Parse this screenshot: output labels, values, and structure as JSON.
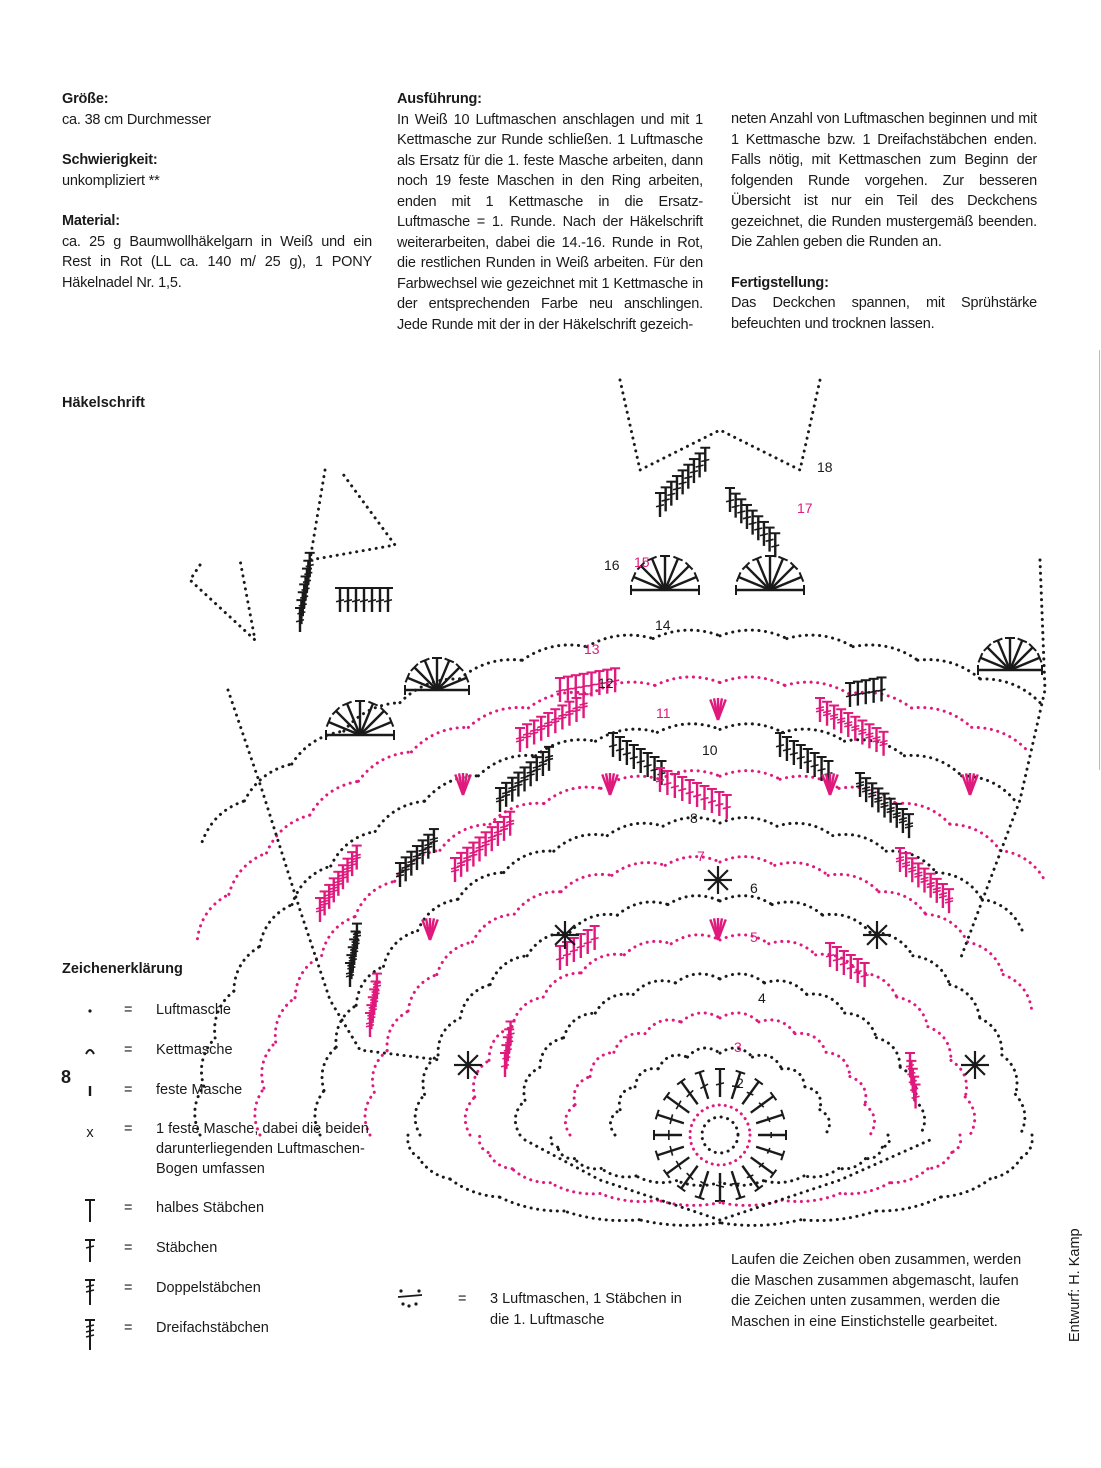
{
  "info": {
    "size_label": "Größe:",
    "size_value": "ca. 38 cm Durchmesser",
    "difficulty_label": "Schwierigkeit:",
    "difficulty_value": "unkompliziert **",
    "material_label": "Material:",
    "material_value": "ca. 25 g Baumwollhäkelgarn in Weiß und ein Rest in Rot (LL ca. 140 m/ 25 g), 1 PONY Häkelnadel Nr. 1,5."
  },
  "instructions": {
    "heading": "Ausführung:",
    "col1": "In Weiß 10 Luftmaschen anschlagen und mit 1 Kettmasche zur Runde schließen. 1 Luftmasche als Ersatz für die 1. feste Masche arbeiten, dann noch 19 feste Maschen in den Ring arbeiten, enden mit 1 Kettmasche in die Ersatz-Luftmasche = 1. Runde. Nach der Häkelschrift weiterarbeiten, dabei die 14.-16. Runde in Rot, die restlichen Runden in Weiß arbeiten. Für den Farbwechsel wie gezeichnet mit 1 Kettmasche in der entsprechenden Farbe neu anschlingen. Jede Runde mit der in der Häkelschrift gezeich-",
    "col2": "neten Anzahl von Luftmaschen beginnen und mit 1 Kettmasche bzw. 1 Dreifachstäbchen enden. Falls nötig, mit Kettmaschen zum Beginn der folgenden Runde vorgehen. Zur besseren Übersicht ist nur ein Teil des Deckchens gezeichnet, die Runden mustergemäß beenden. Die Zahlen geben die Runden an.",
    "finishing_label": "Fertigstellung:",
    "finishing_value": "Das Deckchen spannen, mit Sprühstärke befeuchten und trocknen lassen."
  },
  "chart": {
    "title": "Häkelschrift",
    "round_labels": [
      "2",
      "3",
      "4",
      "5",
      "6",
      "7",
      "8",
      "10",
      "11",
      "12",
      "13",
      "14",
      "15",
      "16",
      "17",
      "18"
    ],
    "colors": {
      "white_yarn": "#1a1a1a",
      "red_yarn": "#e0197d"
    }
  },
  "legend": {
    "title": "Zeichenerklärung",
    "eq": "=",
    "items": [
      {
        "icon": "chain-stitch-icon",
        "desc": "Luftmasche"
      },
      {
        "icon": "slip-stitch-icon",
        "desc": "Kettmasche"
      },
      {
        "icon": "single-crochet-icon",
        "desc": "feste Masche"
      },
      {
        "icon": "x-stitch-icon",
        "symbol": "x",
        "desc": "1 feste Masche, dabei die beiden darunterliegenden Luftmaschen-Bogen umfassen"
      },
      {
        "icon": "half-double-crochet-icon",
        "desc": "halbes Stäbchen"
      },
      {
        "icon": "double-crochet-icon",
        "desc": "Stäbchen"
      },
      {
        "icon": "treble-crochet-icon",
        "desc": "Doppelstäbchen"
      },
      {
        "icon": "double-treble-crochet-icon",
        "desc": "Dreifachstäbchen"
      }
    ],
    "special": {
      "icon": "chain3-dc-icon",
      "desc": "3 Luftmaschen, 1 Stäbchen in die 1. Luftmasche"
    },
    "note": "Laufen die Zeichen oben zusammen, werden die Maschen zusammen abgemascht, laufen die Zeichen unten zusammen, werden die Maschen in eine Einstichstelle gearbeitet."
  },
  "credit": "Entwurf: H. Kamp",
  "page_number": "8"
}
